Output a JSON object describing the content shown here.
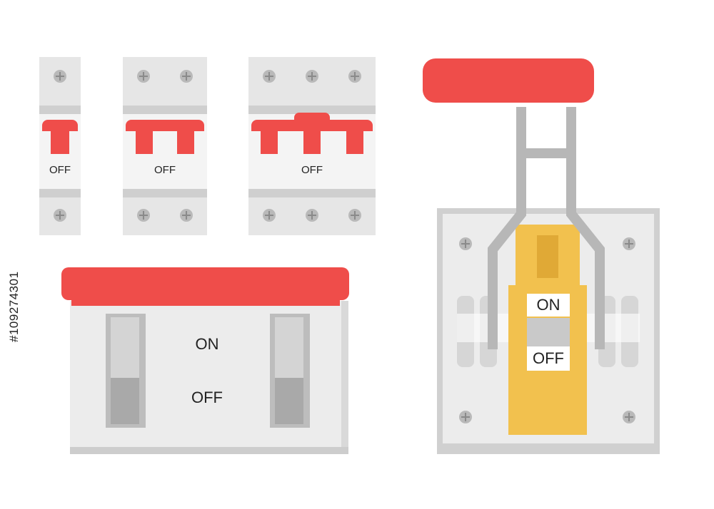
{
  "breakers": {
    "single": {
      "label": "OFF"
    },
    "double": {
      "label": "OFF"
    },
    "triple": {
      "label": "OFF"
    }
  },
  "knife_switch_horizontal": {
    "on_label": "ON",
    "off_label": "OFF"
  },
  "knife_switch_vertical": {
    "on_label": "ON",
    "off_label": "OFF"
  },
  "watermark_id": "#109274301",
  "colors": {
    "handle_red": "#ef4d4a",
    "body_gray": "#e4e4e4",
    "dark_gray": "#bdbdbd",
    "brass": "#f2c14e"
  }
}
